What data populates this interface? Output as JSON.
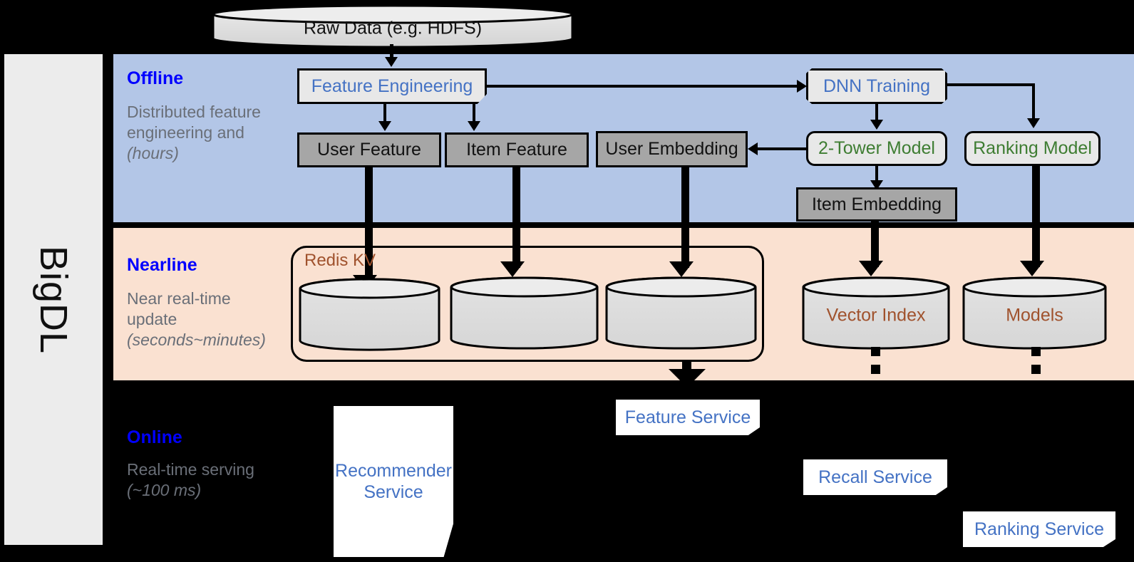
{
  "framework": {
    "name": "BigDL"
  },
  "source": {
    "label": "Raw Data (e.g. HDFS)"
  },
  "bands": [
    {
      "id": "offline",
      "title": "Offline",
      "subtitle": "Distributed feature engineering and ",
      "subtitle_em": "(hours)",
      "bg": "#b3c6e7"
    },
    {
      "id": "nearline",
      "title": "Nearline",
      "subtitle": "Near real-time update ",
      "subtitle_em": "(seconds~minutes)",
      "bg": "#fae1d1"
    },
    {
      "id": "online",
      "title": "Online",
      "subtitle": "Real-time serving ",
      "subtitle_em": "(~100 ms)",
      "bg": "#000000"
    }
  ],
  "offline": {
    "feature_engineering": "Feature Engineering",
    "dnn_training": "DNN Training",
    "user_feature": "User Feature",
    "item_feature": "Item Feature",
    "user_embedding": "User Embedding",
    "item_embedding": "Item Embedding",
    "two_tower_model": "2-Tower Model",
    "ranking_model": "Ranking Model"
  },
  "nearline": {
    "redis_kv": "Redis KV",
    "store_1": "",
    "store_2": "",
    "store_3": "",
    "vector_index": "Vector Index",
    "models": "Models"
  },
  "online": {
    "recommender_service": "Recommender Service",
    "feature_service": "Feature Service",
    "recall_service": "Recall Service",
    "ranking_service": "Ranking Service"
  },
  "colors": {
    "offline_bg": "#b3c6e7",
    "nearline_bg": "#fae1d1",
    "online_bg": "#000000",
    "band_title": "#0000ff",
    "band_sub": "#6a6f78",
    "blue_text": "#4472c4",
    "green_text": "#3e7d32",
    "brown_text": "#a0522d",
    "gray_fill": "#a6a6a6",
    "light_fill": "#e8e8e8",
    "cyl_fill": "#d9d9d9",
    "rail_bg": "#ececec"
  }
}
